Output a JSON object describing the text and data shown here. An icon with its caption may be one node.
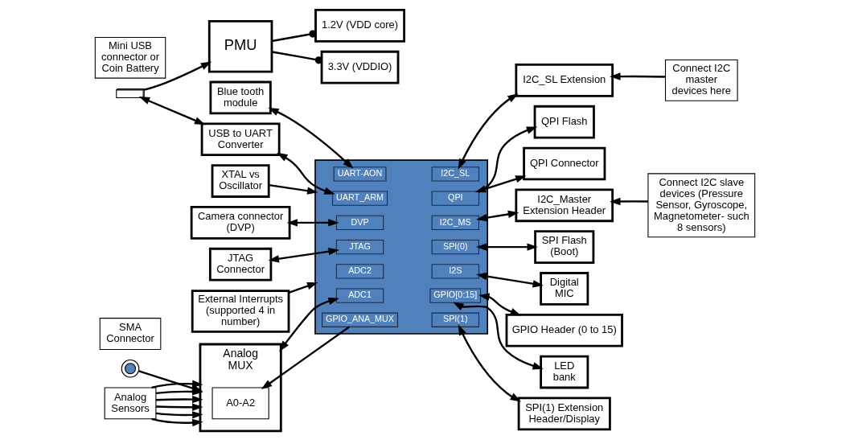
{
  "diagram": {
    "nodes": [
      {
        "text": [
          "Mini USB connector or Coin Battery"
        ]
      },
      {
        "text": [
          "PMU"
        ]
      },
      {
        "text": [
          "3.3V (VDDIO)"
        ]
      },
      {
        "text": [
          "1.2V (VDD core)"
        ]
      },
      {
        "text": [
          "Blue tooth module"
        ]
      },
      {
        "text": [
          "Camera connector (DVP)"
        ]
      },
      {
        "text": [],
        "shape": "picture"
      },
      {
        "text": [
          "USB to UART Converter"
        ]
      },
      {
        "text": [
          "XTAL vs Oscillator"
        ]
      },
      {
        "text": [
          "JTAG Connector"
        ]
      },
      {
        "text": [
          "External Interrupts (supported 4 in number)"
        ]
      },
      {
        "text": [],
        "shape": "box"
      },
      {
        "text": [
          "UART_ARM"
        ],
        "in": 11
      },
      {
        "text": [
          "DVP"
        ],
        "in": 11
      },
      {
        "text": [
          "JTAG"
        ],
        "in": 11
      },
      {
        "text": [
          "UART-AON"
        ],
        "in": 11
      },
      {
        "text": [
          "I2C_SL"
        ],
        "in": 11
      },
      {
        "text": [
          "QPI"
        ],
        "in": 11
      },
      {
        "text": [
          "ADC2"
        ],
        "in": 11
      },
      {
        "text": [
          "I2C_MS"
        ],
        "in": 11
      },
      {
        "text": [
          "ADC1"
        ],
        "in": 11
      },
      {
        "text": [
          "SPI(0)"
        ],
        "in": 11
      },
      {
        "text": [
          "GPIO_ANA_MUX"
        ],
        "in": 11
      },
      {
        "text": [
          "I2S"
        ],
        "in": 11
      },
      {
        "text": [
          "GPIO[0:15]"
        ],
        "in": 11
      },
      {
        "text": [
          "SPI(1)"
        ],
        "in": 11
      },
      {
        "text": [
          "I2C_SL Extension"
        ]
      },
      {
        "text": [
          "Connect I2C master devices here"
        ]
      },
      {
        "text": [
          "QPI Connector"
        ]
      },
      {
        "text": [
          "QPI Flash"
        ]
      },
      {
        "text": [
          "I2C_Master Extension Header"
        ]
      },
      {
        "text": [
          "Connect I2C slave devices (Pressure Sensor, Gyroscope, Magnetometer- such 8 sensors)"
        ]
      },
      {
        "text": [
          "SPI Flash (Boot)"
        ]
      },
      {
        "text": [
          "SPI(1) Extension Header/Display"
        ]
      },
      {
        "text": [
          "SMA Connector"
        ]
      },
      {
        "text": [],
        "shape": "circle"
      },
      {
        "text": [
          "Analog MUX"
        ]
      },
      {
        "text": [
          "A0-A2"
        ],
        "in": 36
      },
      {
        "text": [
          "Analog Sensors"
        ]
      },
      {
        "text": [
          "GPIO Header (0 to 15)"
        ]
      },
      {
        "text": [
          "Digital MIC"
        ]
      },
      {
        "text": [
          "LED bank"
        ]
      }
    ],
    "edges": [
      {
        "from": 6,
        "to": 1,
        "arrow": "to"
      },
      {
        "from": 1,
        "to": 2,
        "arrow": "other"
      },
      {
        "from": 1,
        "to": 3,
        "arrow": "other"
      },
      {
        "from": 6,
        "to": 7,
        "arrow": "both"
      },
      {
        "from": 7,
        "to": 12,
        "arrow": "both"
      },
      {
        "from": 5,
        "to": 13,
        "arrow": "both"
      },
      {
        "from": 8,
        "to": 11,
        "arrow": "to"
      },
      {
        "from": 9,
        "to": 14,
        "arrow": "both"
      },
      {
        "from": 4,
        "to": 15,
        "arrow": "both"
      },
      {
        "from": 10,
        "to": 11,
        "arrow": "to"
      },
      {
        "from": 16,
        "to": 26,
        "arrow": "both"
      },
      {
        "from": 27,
        "to": 26,
        "arrow": "to"
      },
      {
        "from": 17,
        "to": 28,
        "arrow": "both"
      },
      {
        "from": 17,
        "to": 29,
        "arrow": "to"
      },
      {
        "from": 19,
        "to": 30,
        "arrow": "both"
      },
      {
        "from": 31,
        "to": 30,
        "arrow": "to"
      },
      {
        "from": 21,
        "to": 32,
        "arrow": "both"
      },
      {
        "from": 25,
        "to": 33,
        "arrow": "both"
      },
      {
        "from": 35,
        "to": 36,
        "arrow": "to"
      },
      {
        "from": 38,
        "to": 36,
        "arrow": "to"
      },
      {
        "from": 38,
        "to": 36,
        "arrow": "to"
      },
      {
        "from": 38,
        "to": 36,
        "arrow": "to"
      },
      {
        "from": 38,
        "to": 36,
        "arrow": "to"
      },
      {
        "from": 38,
        "to": 36,
        "arrow": "to"
      },
      {
        "from": 38,
        "to": 36,
        "arrow": "to"
      },
      {
        "from": 36,
        "to": 20,
        "arrow": "both"
      },
      {
        "from": 22,
        "to": 37,
        "arrow": "to"
      },
      {
        "from": 23,
        "to": 40,
        "arrow": "both"
      },
      {
        "from": 24,
        "to": 41,
        "arrow": "both"
      },
      {
        "from": 24,
        "to": 39,
        "arrow": "both"
      }
    ]
  }
}
